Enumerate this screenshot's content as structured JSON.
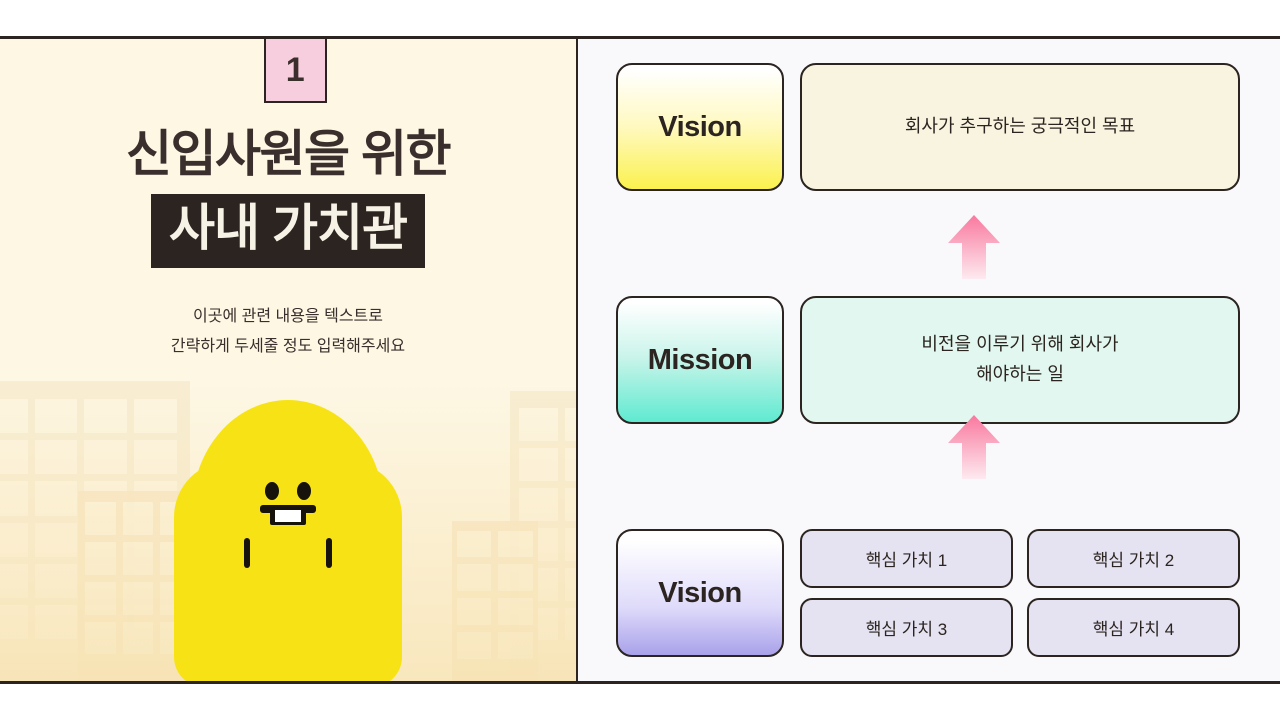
{
  "slide": {
    "number": "1",
    "title_line1": "신입사원을 위한",
    "title_line2": "사내 가치관",
    "subtitle_line1": "이곳에 관련 내용을 텍스트로",
    "subtitle_line2": "간략하게 두세줄 정도 입력해주세요"
  },
  "diagram": {
    "rows": [
      {
        "label": "Vision",
        "content": "회사가 추구하는 궁극적인 목표"
      },
      {
        "label": "Mission",
        "content_line1": "비전을 이루기 위해 회사가",
        "content_line2": "해야하는 일"
      },
      {
        "label": "Vision",
        "cells": [
          "핵심 가치 1",
          "핵심 가치 2",
          "핵심 가치 3",
          "핵심 가치 4"
        ]
      }
    ],
    "arrows": [
      {
        "name": "arrow-core-to-mission",
        "direction": "up"
      },
      {
        "name": "arrow-mission-to-vision",
        "direction": "up"
      }
    ]
  },
  "colors": {
    "slide_bg_left": "#fdf7e4",
    "slide_bg_right": "#f9f8fb",
    "ink": "#2b2420",
    "number_tab": "#f7cedd",
    "vision_accent": "#fbf14e",
    "mission_accent": "#5fead0",
    "core_accent": "#a9a2ea",
    "arrow_pink": "#f98bae",
    "mascot_yellow": "#f7e315"
  },
  "mascot": {
    "name": "yellow-cactus-character"
  }
}
